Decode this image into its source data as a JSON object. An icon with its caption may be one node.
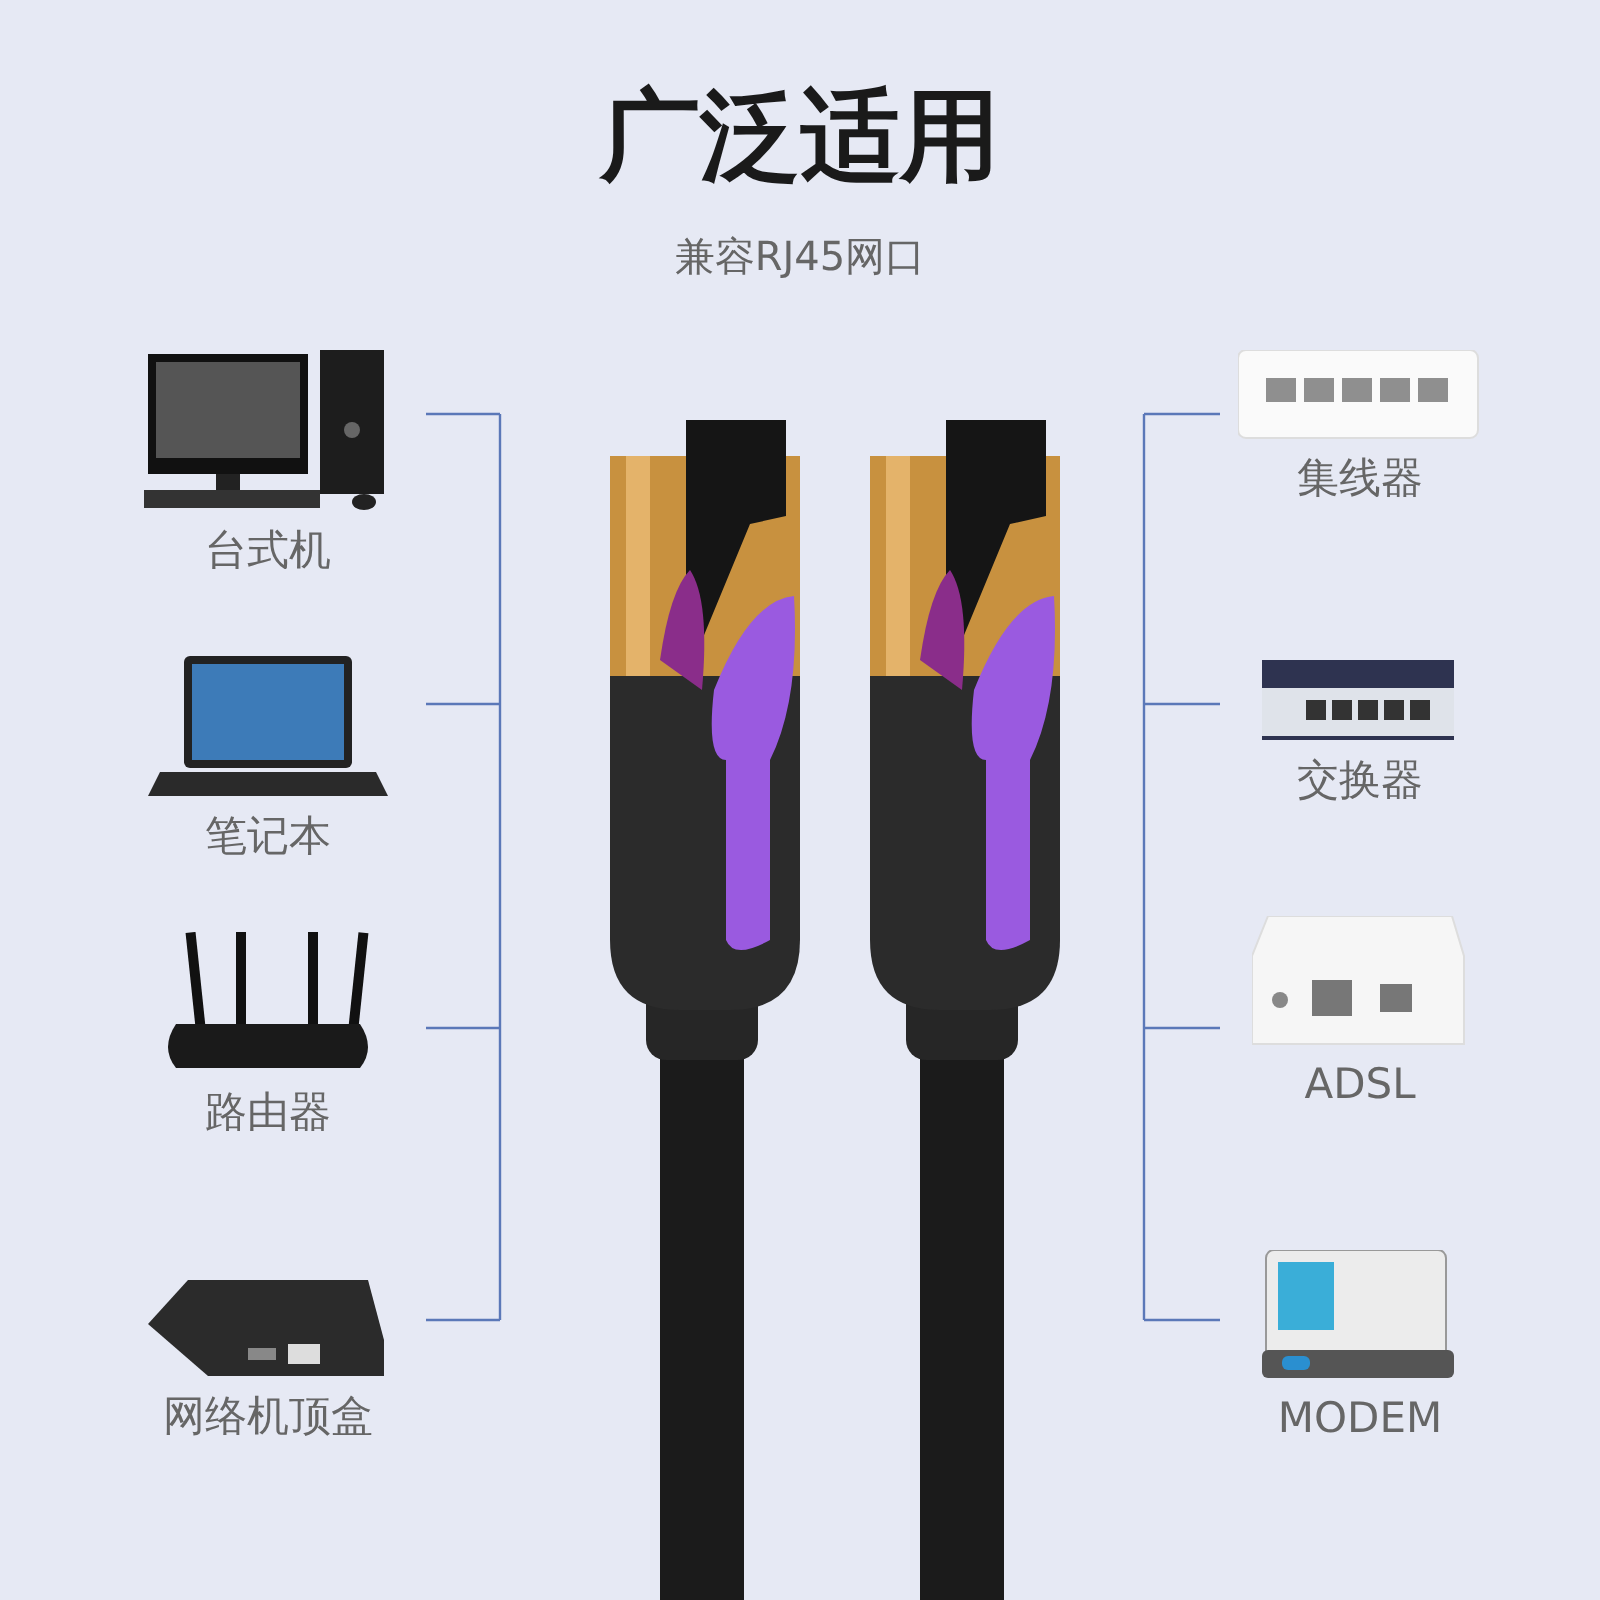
{
  "diagram": {
    "title": "广泛适用",
    "caption": "兼容RJ45网口",
    "nodes": [
      {
        "text": [
          "台式机"
        ]
      },
      {
        "text": [
          "笔记本"
        ]
      },
      {
        "text": [
          "路由器"
        ]
      },
      {
        "text": [
          "网络机顶盒"
        ]
      },
      {
        "text": [
          "集线器"
        ]
      },
      {
        "text": [
          "交换器"
        ]
      },
      {
        "text": [
          "ADSL"
        ]
      },
      {
        "text": [
          "MODEM"
        ]
      }
    ]
  }
}
